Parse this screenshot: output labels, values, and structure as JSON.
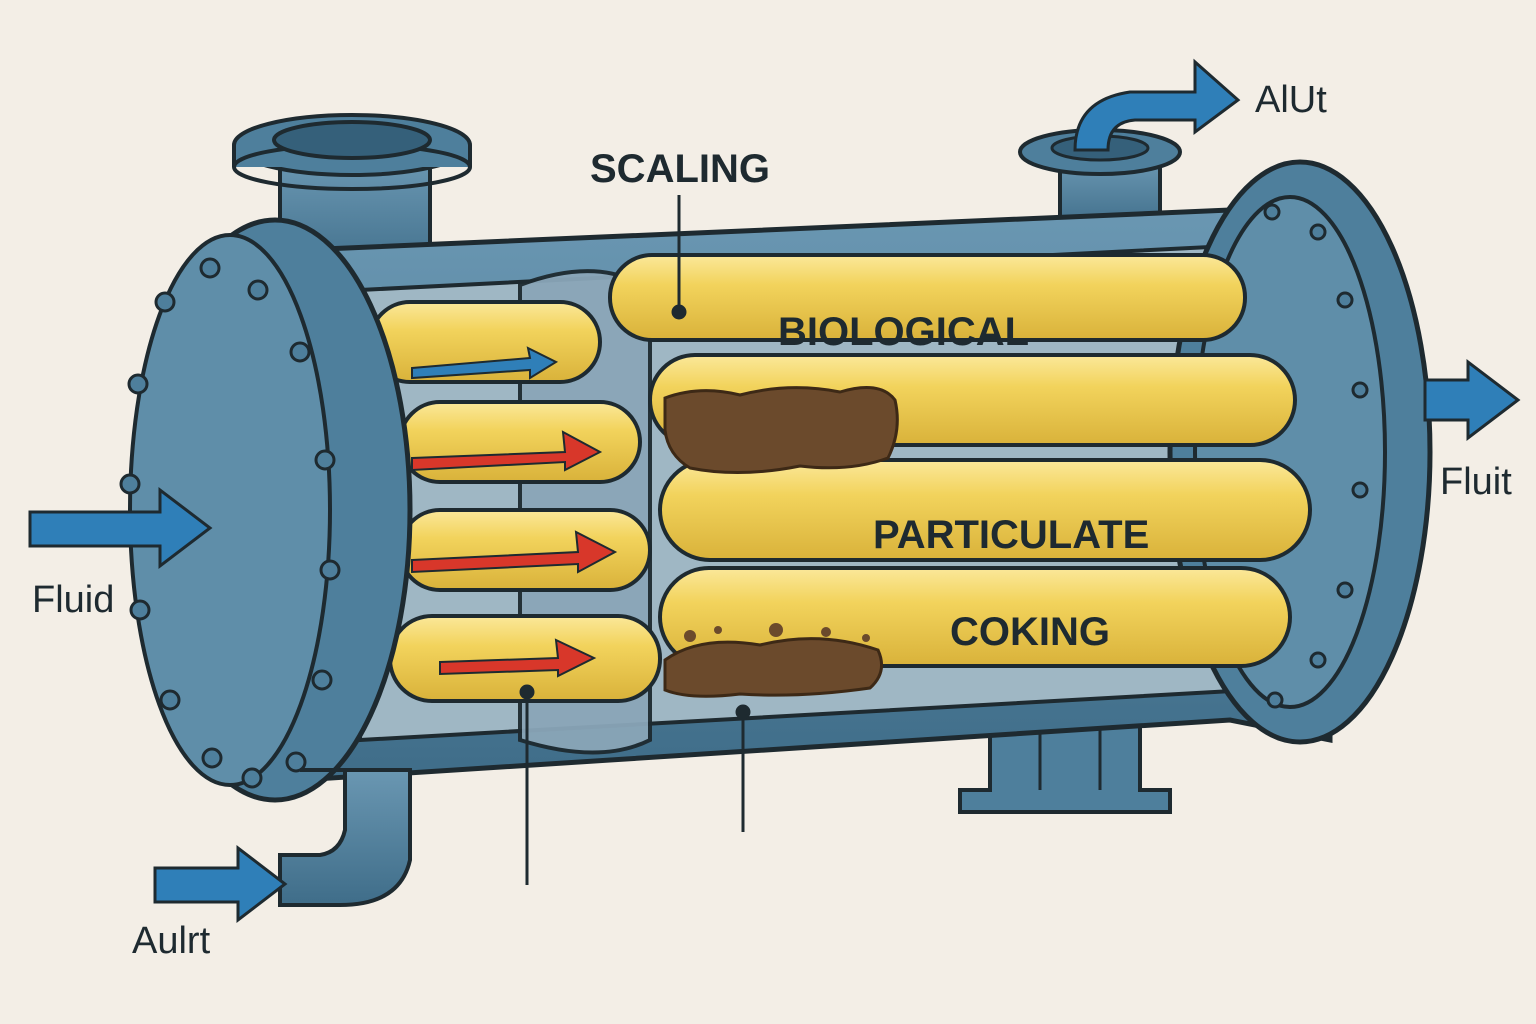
{
  "labels": {
    "scaling": "SCALING",
    "biological": "BIOLOGICAL",
    "particulate": "PARTICULATE",
    "coking": "COKING",
    "fluid_left": "Fluid",
    "fluit_right": "Fluit",
    "alut_top": "AlUt",
    "aulrt_bottom": "Aulrt"
  },
  "colors": {
    "background": "#f3eee6",
    "shell": "#4e7f9c",
    "shell_dark": "#35607a",
    "outline": "#1e2a30",
    "tube": "#f0cf55",
    "tube_highlight": "#fbe89a",
    "deposit": "#6b4a2c",
    "flow_arrow_hot": "#d8372a",
    "flow_arrow_cold": "#2f7fb8",
    "io_arrow": "#2f7fb8"
  },
  "icons": {
    "inlet_arrow": "arrow-right-icon",
    "outlet_arrow": "arrow-right-icon",
    "bolt": "bolt-icon"
  }
}
